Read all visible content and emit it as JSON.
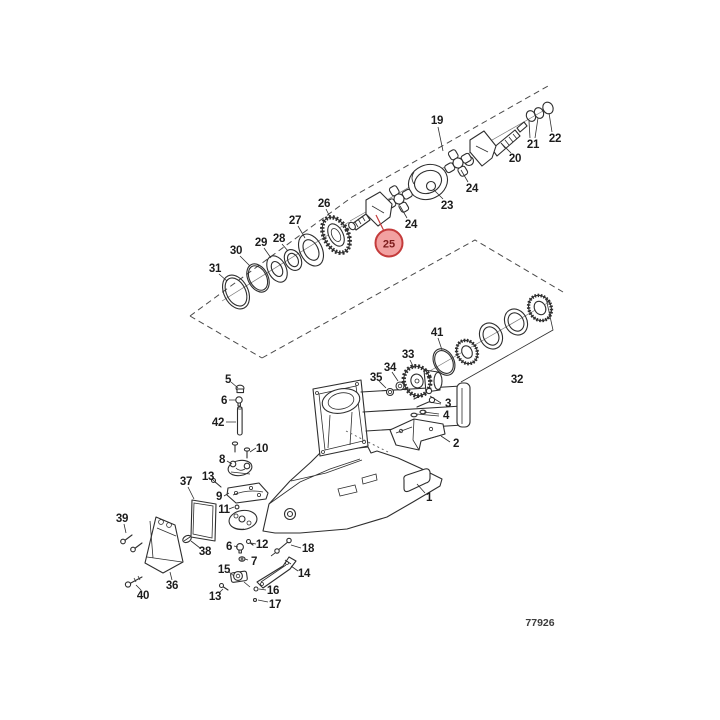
{
  "page": {
    "background": "#ffffff",
    "drawing_number": "77926"
  },
  "colors": {
    "line": "#2e2e2e",
    "label_text": "#1c1c1c",
    "highlight_fill": "#f2a1a1",
    "highlight_stroke": "#c43b3b",
    "highlight_text": "#7d1b1b"
  },
  "highlight": {
    "selected_part": "25"
  },
  "callouts": [
    {
      "label": "1"
    },
    {
      "label": "2"
    },
    {
      "label": "3"
    },
    {
      "label": "4"
    },
    {
      "label": "5"
    },
    {
      "label": "6"
    },
    {
      "label": "7"
    },
    {
      "label": "8"
    },
    {
      "label": "9"
    },
    {
      "label": "10"
    },
    {
      "label": "11"
    },
    {
      "label": "12"
    },
    {
      "label": "13"
    },
    {
      "label": "13"
    },
    {
      "label": "14"
    },
    {
      "label": "15"
    },
    {
      "label": "16"
    },
    {
      "label": "17"
    },
    {
      "label": "18"
    },
    {
      "label": "19"
    },
    {
      "label": "20"
    },
    {
      "label": "21"
    },
    {
      "label": "22"
    },
    {
      "label": "23"
    },
    {
      "label": "24"
    },
    {
      "label": "24"
    },
    {
      "label": "25"
    },
    {
      "label": "26"
    },
    {
      "label": "27"
    },
    {
      "label": "28"
    },
    {
      "label": "29"
    },
    {
      "label": "30"
    },
    {
      "label": "31"
    },
    {
      "label": "32"
    },
    {
      "label": "33"
    },
    {
      "label": "34"
    },
    {
      "label": "35"
    },
    {
      "label": "36"
    },
    {
      "label": "37"
    },
    {
      "label": "38"
    },
    {
      "label": "39"
    },
    {
      "label": "40"
    },
    {
      "label": "41"
    },
    {
      "label": "42"
    },
    {
      "label": "6"
    }
  ]
}
